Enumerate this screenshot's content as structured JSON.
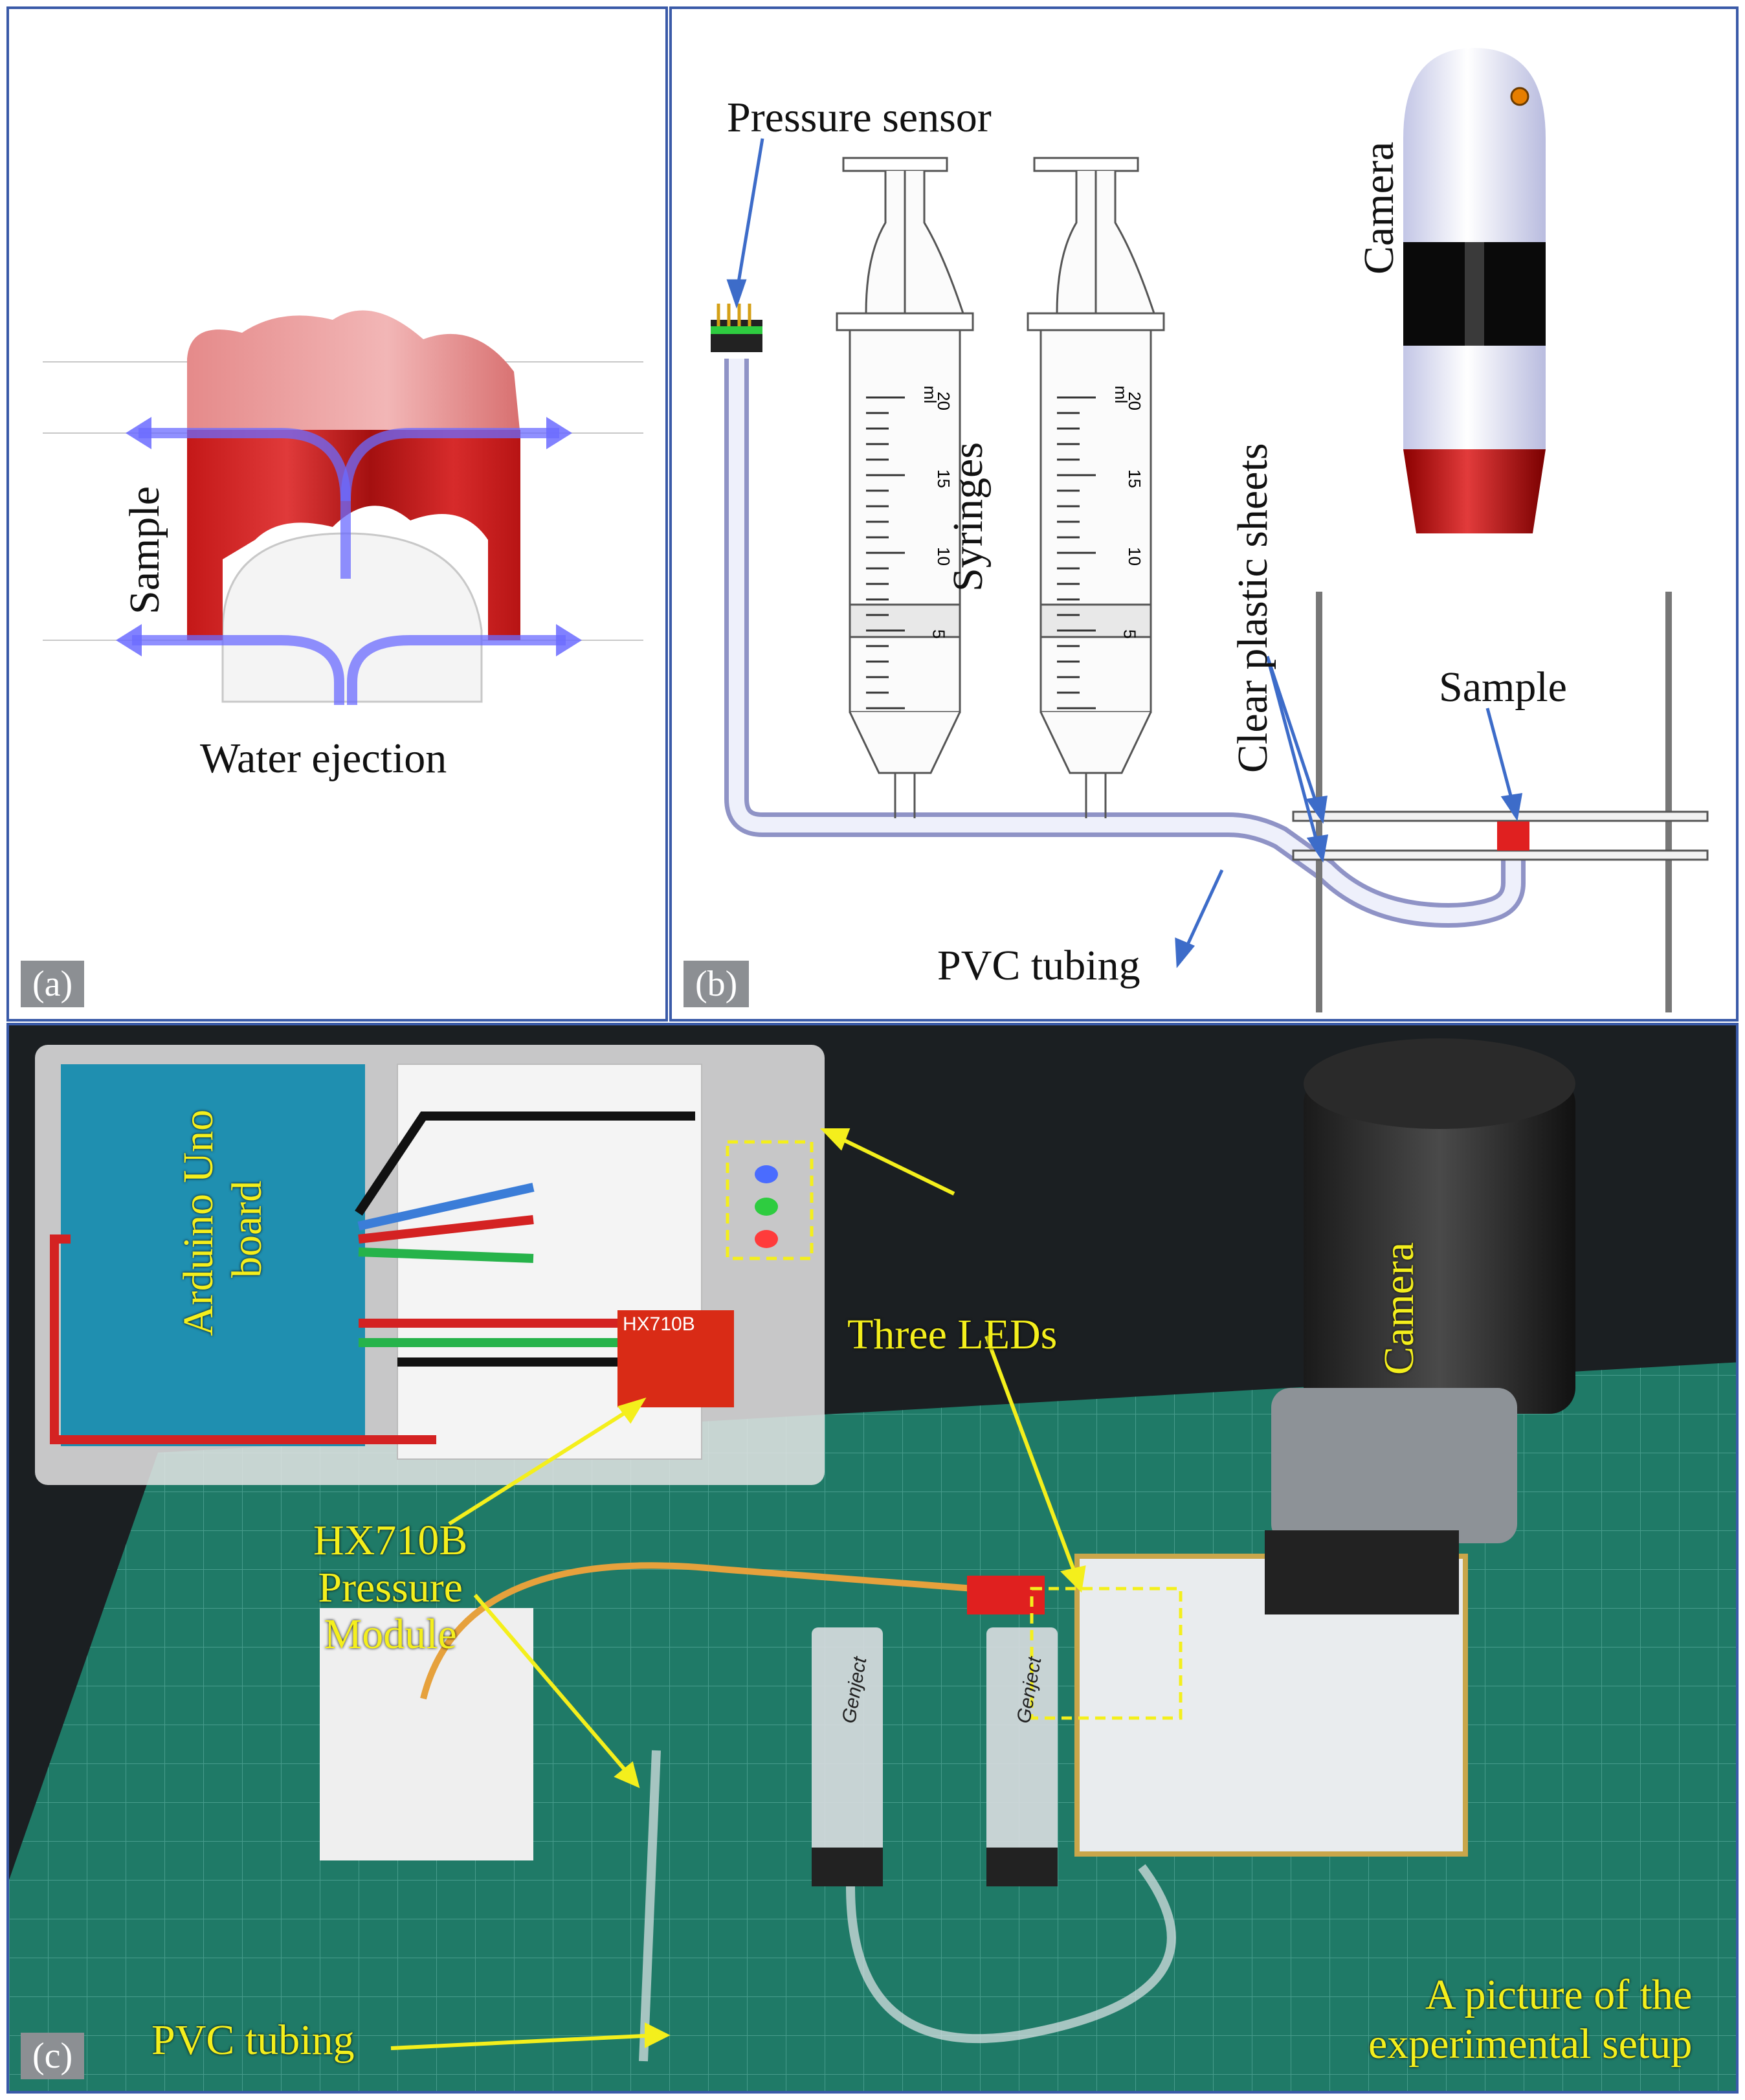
{
  "panels": {
    "a": {
      "tag": "(a)",
      "labels": {
        "sample": "Sample",
        "water_ejection": "Water ejection"
      }
    },
    "b": {
      "tag": "(b)",
      "labels": {
        "pressure_sensor": "Pressure sensor",
        "syringes": "Syringes",
        "camera": "Camera",
        "clear_plastic_sheets": "Clear plastic sheets",
        "sample": "Sample",
        "pvc_tubing": "PVC tubing"
      },
      "syringe_scale": [
        "20",
        "15",
        "10",
        "5"
      ],
      "syringe_unit": "ml"
    },
    "c": {
      "tag": "(c)",
      "labels": {
        "arduino": [
          "Arduino Uno",
          "board"
        ],
        "hx710b_module_chip": "HX710B",
        "three_leds": "Three LEDs",
        "camera": "Camera",
        "hx710b": [
          "HX710B",
          "Pressure",
          "Module"
        ],
        "pvc_tubing": "PVC tubing",
        "setup_caption": [
          "A picture of the",
          "experimental setup"
        ]
      },
      "syringe_brand": "Genject"
    }
  },
  "colors": {
    "frame": "#3a5aa8",
    "arrow_blue": "#3d6cc9",
    "arrow_yellow": "#f4ef1c",
    "sample_red": "#d42a2a",
    "mat_green": "#1f7a67"
  }
}
